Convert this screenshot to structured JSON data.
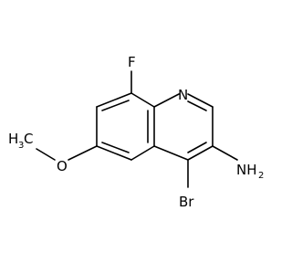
{
  "molecule": {
    "atoms": {
      "fluorine": "F",
      "nitrogen_ring": "N",
      "amine_main": "NH",
      "amine_sub": "2",
      "bromine": "Br",
      "oxygen": "O",
      "methyl_main": "H",
      "methyl_sub": "3",
      "methyl_tail": "C"
    }
  },
  "colors": {
    "bond": "#000000",
    "label": "#000000",
    "background": "#ffffff"
  }
}
